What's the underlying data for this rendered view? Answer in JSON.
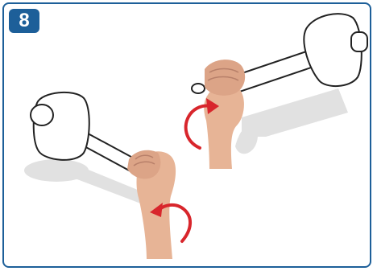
{
  "step": {
    "number": "8"
  },
  "colors": {
    "border": "#1d5f99",
    "badge": "#1d5f99",
    "arrow": "#d8262c",
    "skin": "#e9b89a",
    "shadow": "#d9d9d9"
  },
  "icons": {
    "arrow_bottom": "curved-rotation-arrow",
    "arrow_top": "curved-rotation-arrow"
  }
}
